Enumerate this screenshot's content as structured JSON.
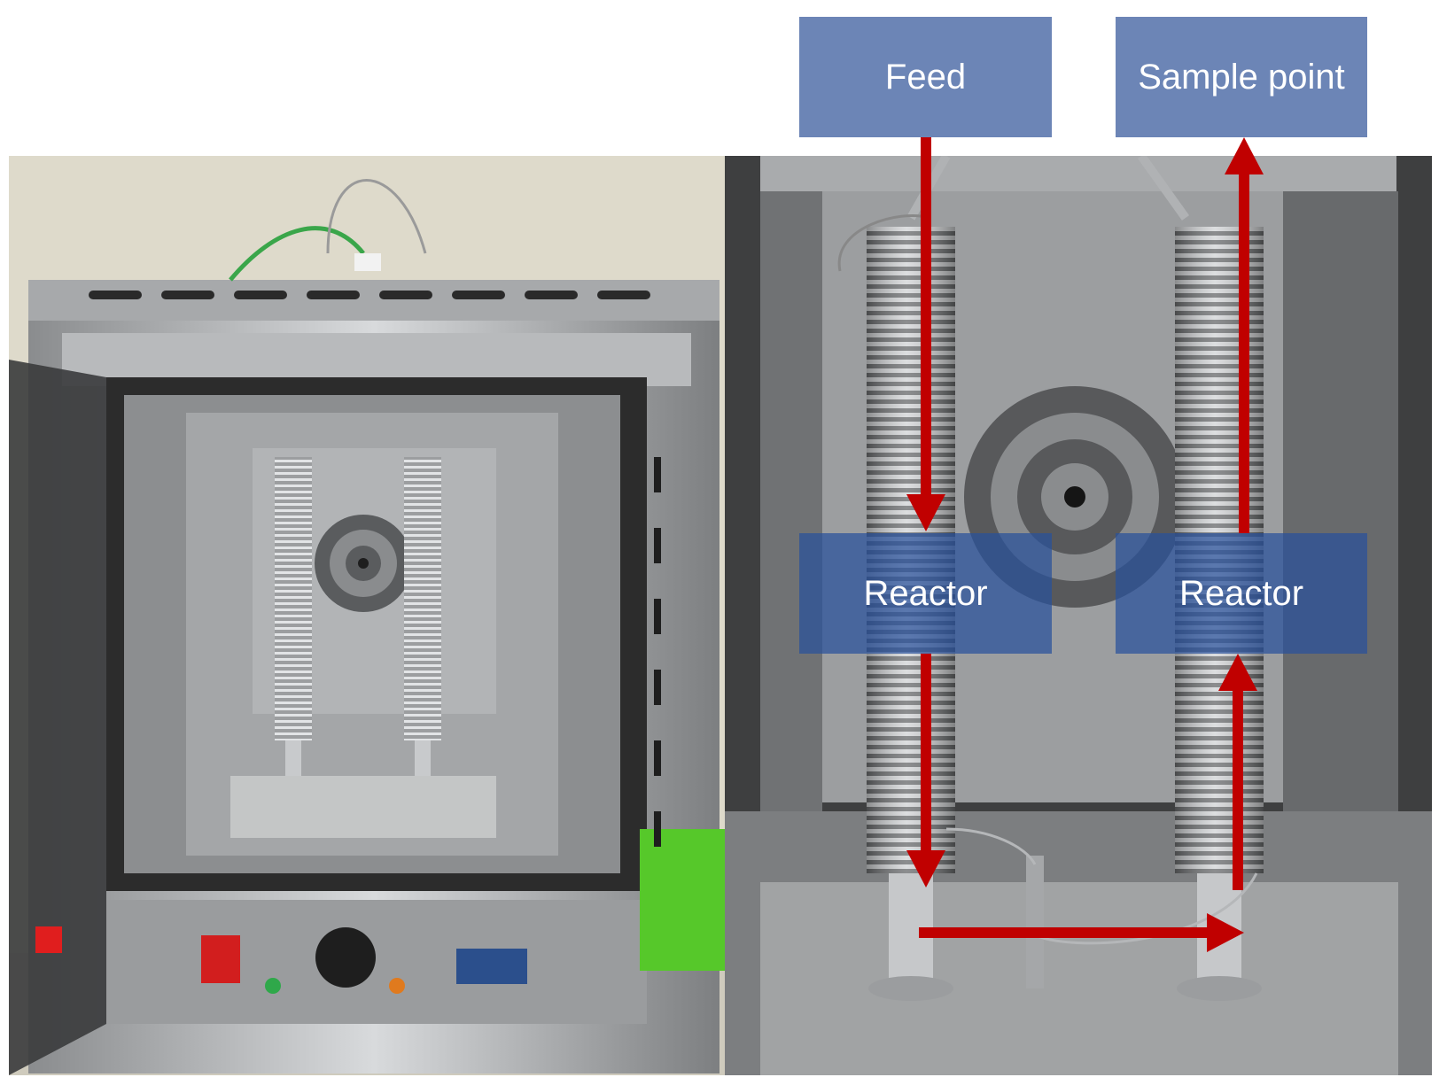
{
  "labels": {
    "feed": "Feed",
    "sample_point": "Sample point",
    "reactor_1": "Reactor",
    "reactor_2": "Reactor"
  },
  "colors": {
    "label_box": "#6c85b6",
    "reactor_box": "#28509b",
    "flow_arrow": "#c00000"
  }
}
